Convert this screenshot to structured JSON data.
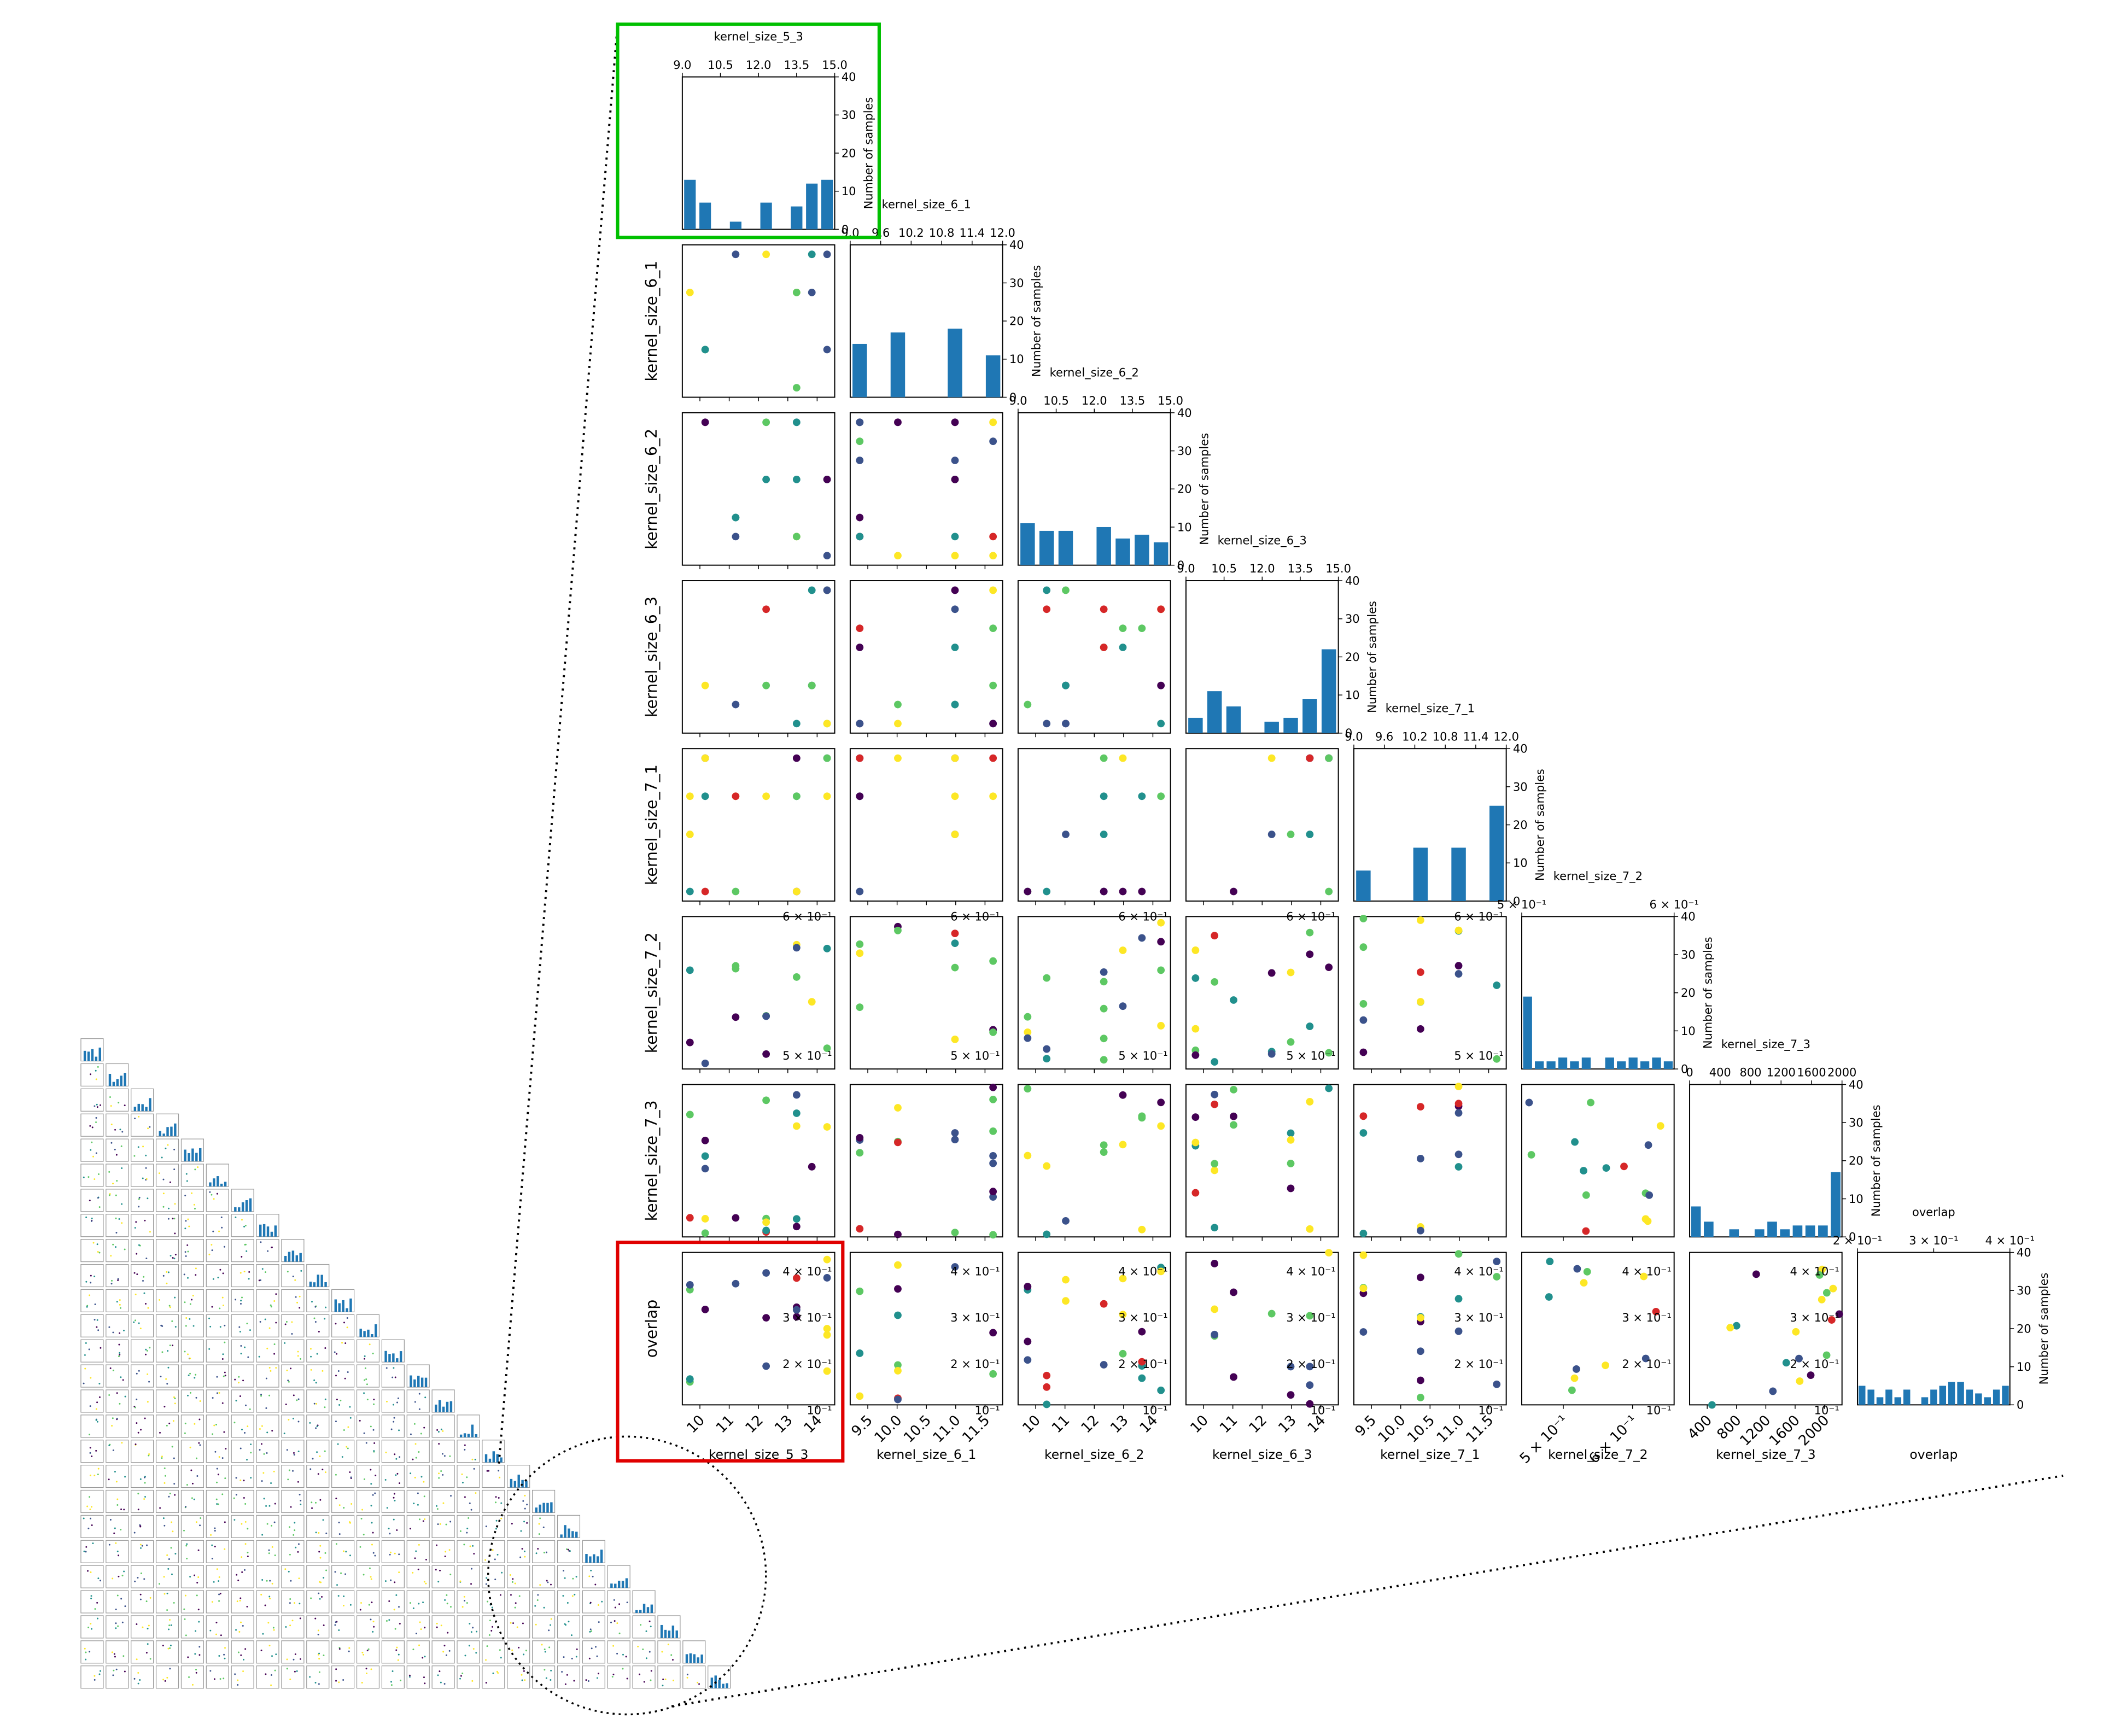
{
  "figure": {
    "accent_colors": {
      "highlight_top": "#00c000",
      "highlight_bottom": "#e00000",
      "bar": "#1f77b4"
    },
    "colormap": [
      "#440154",
      "#3b528b",
      "#21908d",
      "#5dc863",
      "#fde725",
      "#d62728"
    ]
  },
  "chart_data": {
    "type": "scatter",
    "title": "",
    "count_axis_label": "Number of samples",
    "count_ticks": [
      "0",
      "10",
      "20",
      "30",
      "40"
    ],
    "count_ylim": [
      0,
      40
    ],
    "grid": false,
    "legend": "none",
    "params": [
      {
        "name": "kernel_size_5_3",
        "top_ticks": [
          "9.0",
          "10.5",
          "12.0",
          "13.5",
          "15.0"
        ],
        "bottom_ticks": [
          "10",
          "11",
          "12",
          "13",
          "14"
        ],
        "hist": [
          13,
          7,
          0,
          2,
          0,
          7,
          0,
          6,
          12,
          13
        ]
      },
      {
        "name": "kernel_size_6_1",
        "top_ticks": [
          "9.0",
          "9.6",
          "10.2",
          "10.8",
          "11.4",
          "12.0"
        ],
        "bottom_ticks": [
          "9.5",
          "10.0",
          "10.5",
          "11.0",
          "11.5"
        ],
        "hist": [
          14,
          0,
          17,
          0,
          0,
          18,
          0,
          11
        ]
      },
      {
        "name": "kernel_size_6_2",
        "top_ticks": [
          "9.0",
          "10.5",
          "12.0",
          "13.5",
          "15.0"
        ],
        "bottom_ticks": [
          "10",
          "11",
          "12",
          "13",
          "14"
        ],
        "hist": [
          11,
          9,
          9,
          0,
          10,
          7,
          8,
          6
        ]
      },
      {
        "name": "kernel_size_6_3",
        "top_ticks": [
          "9.0",
          "10.5",
          "12.0",
          "13.5",
          "15.0"
        ],
        "bottom_ticks": [
          "10",
          "11",
          "12",
          "13",
          "14"
        ],
        "hist": [
          4,
          11,
          7,
          0,
          3,
          4,
          9,
          22
        ]
      },
      {
        "name": "kernel_size_7_1",
        "top_ticks": [
          "9.0",
          "9.6",
          "10.2",
          "10.8",
          "11.4",
          "12.0"
        ],
        "bottom_ticks": [
          "9.5",
          "10.0",
          "10.5",
          "11.0",
          "11.5"
        ],
        "hist": [
          8,
          0,
          0,
          14,
          0,
          14,
          0,
          25
        ]
      },
      {
        "name": "kernel_size_7_2",
        "top_ticks": [
          "5 × 10⁻¹",
          "6 × 10⁻¹"
        ],
        "bottom_ticks": [
          "5 × 10⁻¹",
          "6 × 10⁻¹"
        ],
        "side_ticks": [
          "6 × 10⁻¹",
          "5 × 10⁻¹"
        ],
        "hist": [
          19,
          2,
          2,
          3,
          2,
          3,
          0,
          3,
          2,
          3,
          2,
          3,
          2
        ]
      },
      {
        "name": "kernel_size_7_3",
        "top_ticks": [
          "0",
          "400",
          "800",
          "1200",
          "1600",
          "2000"
        ],
        "bottom_ticks": [
          "400",
          "800",
          "1200",
          "1600",
          "2000"
        ],
        "hist": [
          8,
          4,
          0,
          2,
          0,
          2,
          4,
          2,
          3,
          3,
          3,
          17
        ]
      },
      {
        "name": "overlap",
        "top_ticks": [
          "2 × 10⁻¹",
          "3 × 10⁻¹",
          "4 × 10⁻¹"
        ],
        "bottom_ticks": [],
        "side_ticks": [
          "4 × 10⁻¹",
          "3 × 10⁻¹",
          "2 × 10⁻¹",
          "10⁻¹"
        ],
        "hist": [
          5,
          4,
          2,
          4,
          2,
          4,
          0,
          2,
          4,
          5,
          6,
          6,
          4,
          3,
          2,
          4,
          5
        ]
      }
    ]
  }
}
